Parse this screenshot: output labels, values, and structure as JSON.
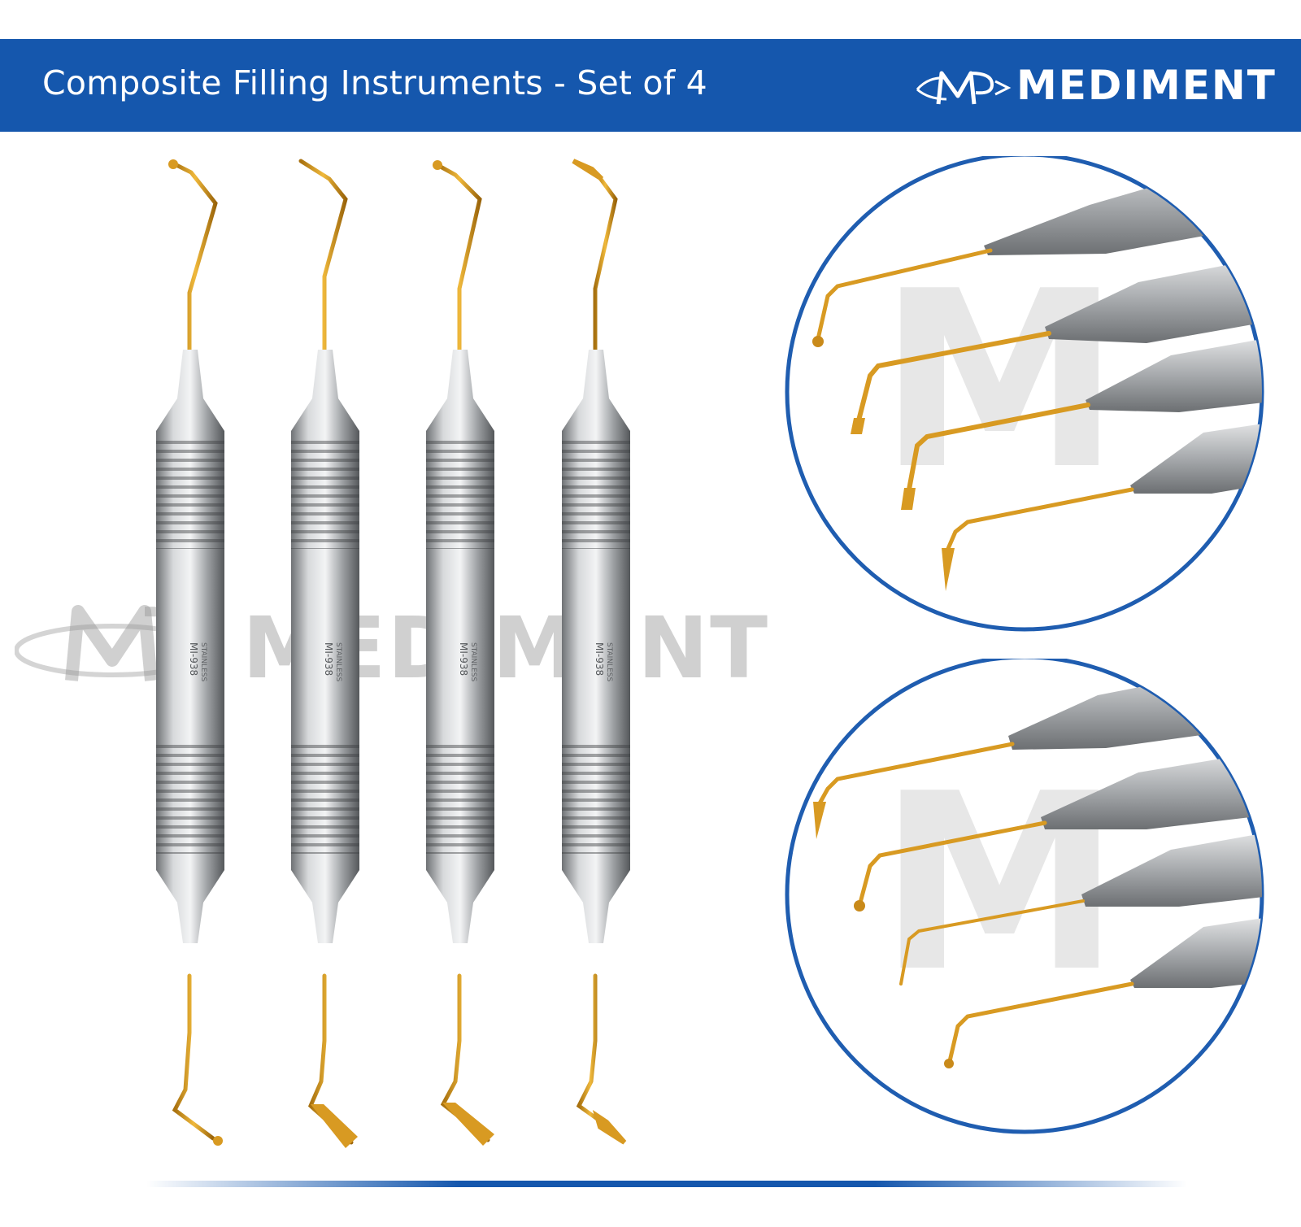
{
  "header": {
    "title": "Composite Filling Instruments - Set of 4",
    "brand": "MEDIMENT",
    "background_color": "#1557ad"
  },
  "watermark": {
    "text": "MEDIMENT"
  },
  "instruments": {
    "count": 4,
    "handle_engraving": "MI-938",
    "handle_stamp": "STAINLESS"
  },
  "details": {
    "count": 2
  },
  "colors": {
    "brand_blue": "#1557ad",
    "gold_tip": "#d89a22",
    "steel": "#b5b8bb"
  },
  "icons": [
    "mediment-logo-icon",
    "instrument-image",
    "detail-circle-image"
  ]
}
